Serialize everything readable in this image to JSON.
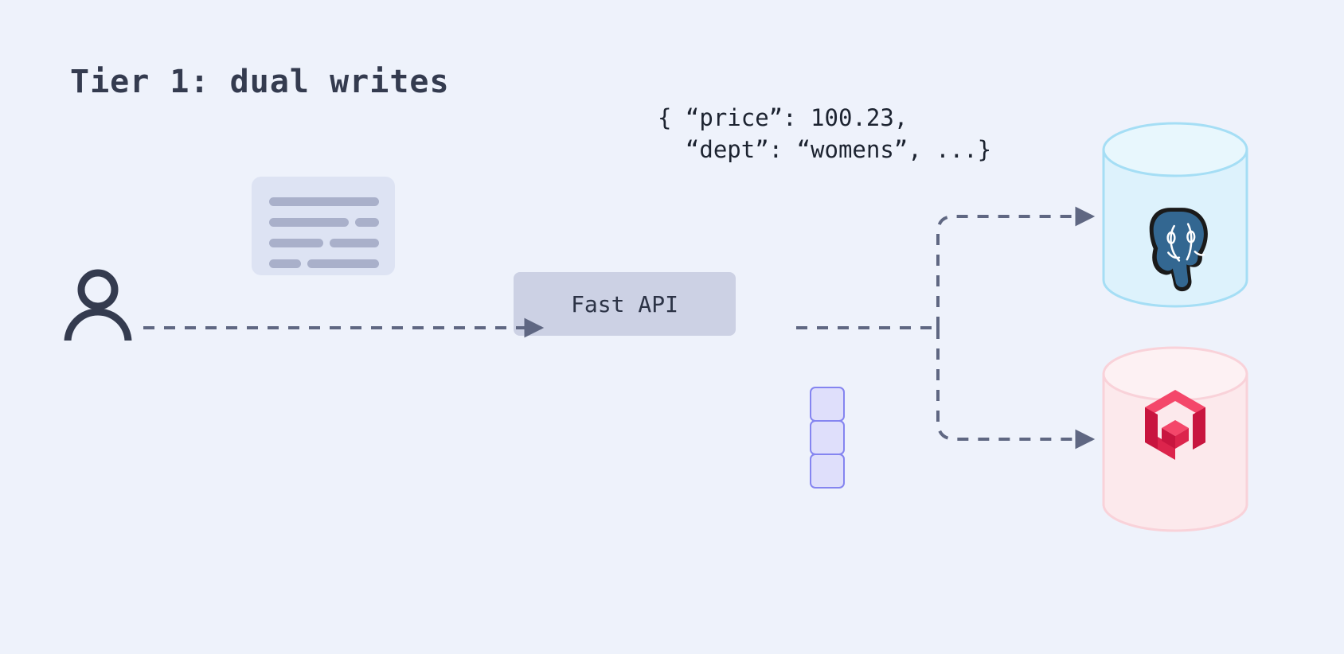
{
  "page": {
    "background_color": "#eef2fb",
    "title": "Tier 1: dual writes"
  },
  "payload": {
    "line1": "{ “price”: 100.23,",
    "line2": "  “dept”: “womens”, ...}",
    "full_text": "{ “price”: 100.23, “dept”: “womens”, ...}"
  },
  "nodes": {
    "user": {
      "icon": "user-icon",
      "color": "#343b4f"
    },
    "document": {
      "icon": "document-card-icon",
      "bg": "#dde3f3",
      "line_color": "#a9b0ca"
    },
    "api": {
      "label": "Fast API",
      "bg": "#ccd1e4",
      "text_color": "#2c3346"
    },
    "queue": {
      "icon": "stacked-squares-icon",
      "count": 3,
      "border": "#8585f0",
      "fill": "#dfdffb"
    },
    "postgres": {
      "name": "PostgreSQL",
      "logo": "postgresql-elephant-icon",
      "cylinder_fill": "#ddf2fc",
      "cylinder_stroke": "#a5def5",
      "logo_fill": "#336791"
    },
    "qdrant": {
      "name": "Qdrant",
      "logo": "qdrant-logo-icon",
      "cylinder_fill": "#fce9ec",
      "cylinder_stroke": "#f9d2d9",
      "logo_fill": "#dc244c"
    }
  },
  "edges": {
    "stroke": "#5f6782",
    "style": "dashed",
    "list": [
      {
        "name": "user-to-api",
        "from": "user",
        "to": "api"
      },
      {
        "name": "api-to-postgres",
        "from": "api",
        "to": "postgres"
      },
      {
        "name": "api-to-qdrant",
        "from": "api",
        "to": "qdrant"
      }
    ]
  }
}
